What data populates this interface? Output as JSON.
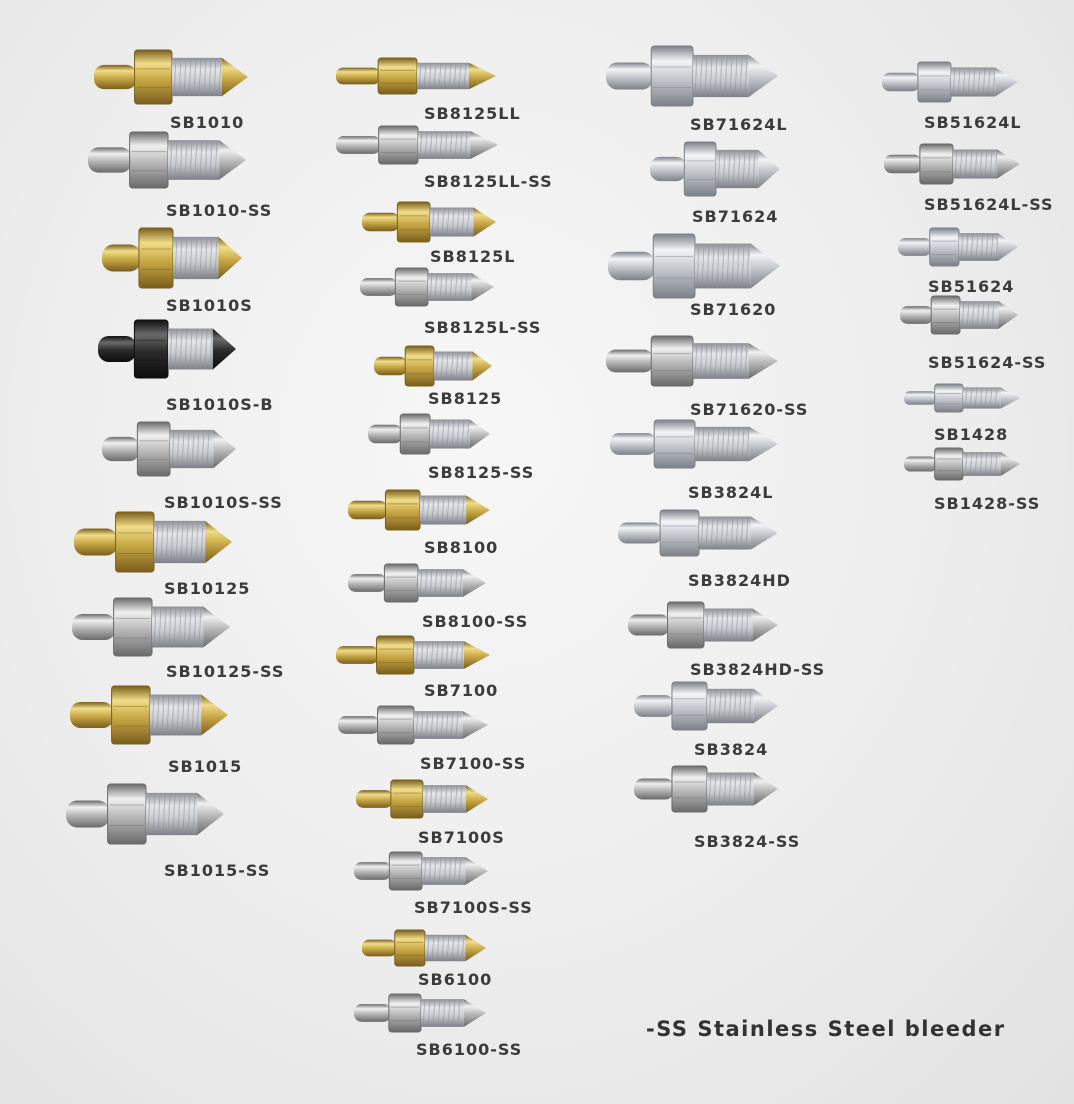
{
  "legend": "-SS Stainless Steel bleeder",
  "colors": {
    "brass": "#c8a845",
    "zinc": "#c3c7cc",
    "stainless": "#b7b7b7",
    "black": "#2a2a2a",
    "thread_sealant": "#c9ccd0",
    "label_text": "#3c3c3c"
  },
  "fittings": [
    {
      "id": "SB1010",
      "finish": "brass"
    },
    {
      "id": "SB1010-SS",
      "finish": "stainless"
    },
    {
      "id": "SB1010S",
      "finish": "brass"
    },
    {
      "id": "SB1010S-B",
      "finish": "black"
    },
    {
      "id": "SB1010S-SS",
      "finish": "stainless"
    },
    {
      "id": "SB10125",
      "finish": "brass"
    },
    {
      "id": "SB10125-SS",
      "finish": "stainless"
    },
    {
      "id": "SB1015",
      "finish": "brass"
    },
    {
      "id": "SB1015-SS",
      "finish": "stainless"
    },
    {
      "id": "SB8125LL",
      "finish": "brass"
    },
    {
      "id": "SB8125LL-SS",
      "finish": "stainless"
    },
    {
      "id": "SB8125L",
      "finish": "brass"
    },
    {
      "id": "SB8125L-SS",
      "finish": "stainless"
    },
    {
      "id": "SB8125",
      "finish": "brass"
    },
    {
      "id": "SB8125-SS",
      "finish": "stainless"
    },
    {
      "id": "SB8100",
      "finish": "brass"
    },
    {
      "id": "SB8100-SS",
      "finish": "stainless"
    },
    {
      "id": "SB7100",
      "finish": "brass"
    },
    {
      "id": "SB7100-SS",
      "finish": "stainless"
    },
    {
      "id": "SB7100S",
      "finish": "brass"
    },
    {
      "id": "SB7100S-SS",
      "finish": "stainless"
    },
    {
      "id": "SB6100",
      "finish": "brass"
    },
    {
      "id": "SB6100-SS",
      "finish": "stainless"
    },
    {
      "id": "SB71624L",
      "finish": "zinc"
    },
    {
      "id": "SB71624",
      "finish": "zinc"
    },
    {
      "id": "SB71620",
      "finish": "zinc"
    },
    {
      "id": "SB71620-SS",
      "finish": "stainless"
    },
    {
      "id": "SB3824L",
      "finish": "zinc"
    },
    {
      "id": "SB3824HD",
      "finish": "zinc"
    },
    {
      "id": "SB3824HD-SS",
      "finish": "stainless"
    },
    {
      "id": "SB3824",
      "finish": "zinc"
    },
    {
      "id": "SB3824-SS",
      "finish": "stainless"
    },
    {
      "id": "SB51624L",
      "finish": "zinc"
    },
    {
      "id": "SB51624L-SS",
      "finish": "stainless"
    },
    {
      "id": "SB51624",
      "finish": "zinc"
    },
    {
      "id": "SB51624-SS",
      "finish": "stainless"
    },
    {
      "id": "SB1428",
      "finish": "zinc"
    },
    {
      "id": "SB1428-SS",
      "finish": "stainless"
    }
  ]
}
